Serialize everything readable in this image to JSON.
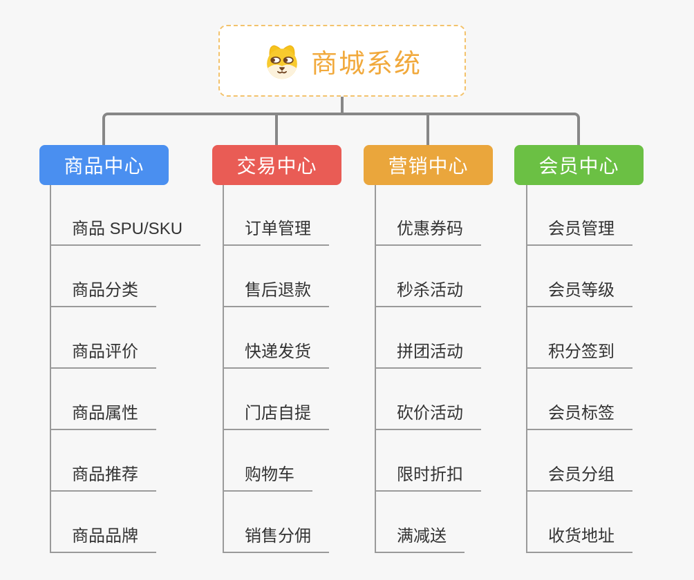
{
  "root": {
    "title": "商城系统",
    "icon": "dog-face-icon",
    "accent_color": "#f1a93c",
    "border_color": "#f3c26b"
  },
  "connector_color": "#878787",
  "background_color": "#f7f7f7",
  "branches": [
    {
      "label": "商品中心",
      "color": "#4a8ff0",
      "items": [
        "商品 SPU/SKU",
        "商品分类",
        "商品评价",
        "商品属性",
        "商品推荐",
        "商品品牌"
      ]
    },
    {
      "label": "交易中心",
      "color": "#e95c55",
      "items": [
        "订单管理",
        "售后退款",
        "快递发货",
        "门店自提",
        "购物车",
        "销售分佣"
      ]
    },
    {
      "label": "营销中心",
      "color": "#eaa63c",
      "items": [
        "优惠券码",
        "秒杀活动",
        "拼团活动",
        "砍价活动",
        "限时折扣",
        "满减送"
      ]
    },
    {
      "label": "会员中心",
      "color": "#6bc044",
      "items": [
        "会员管理",
        "会员等级",
        "积分签到",
        "会员标签",
        "会员分组",
        "收货地址"
      ]
    }
  ]
}
